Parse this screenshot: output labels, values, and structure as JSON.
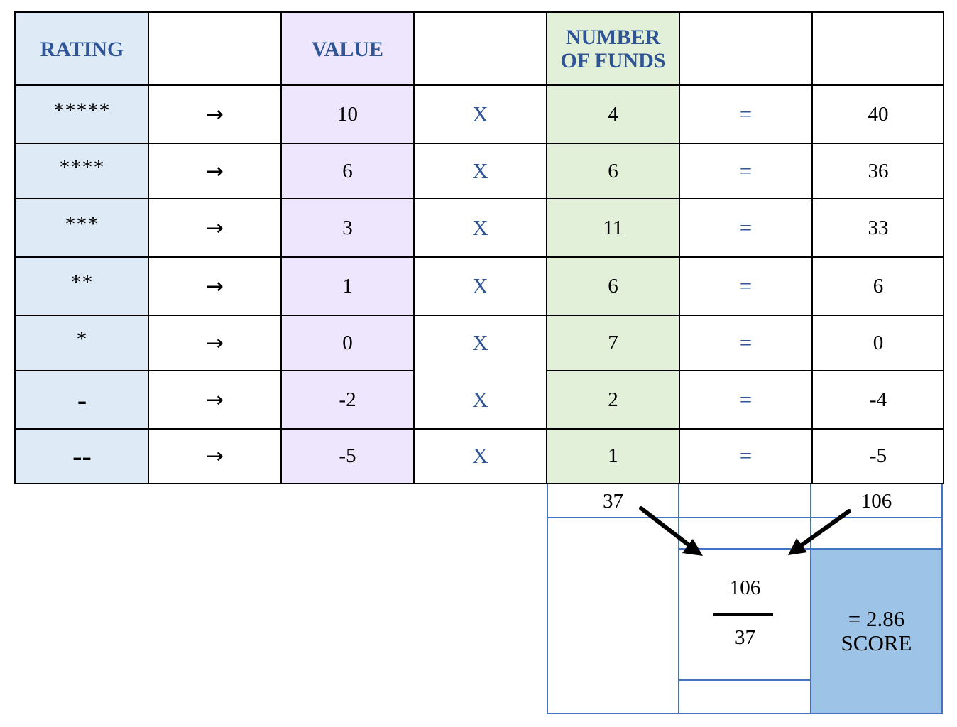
{
  "headers": {
    "rating": "RATING",
    "value": "VALUE",
    "funds_line1": "NUMBER",
    "funds_line2": "OF FUNDS"
  },
  "symbols": {
    "arrow": "→",
    "times": "X",
    "equals": "="
  },
  "rows": [
    {
      "rating": "*****",
      "value": "10",
      "funds": "4",
      "product": "40"
    },
    {
      "rating": "****",
      "value": "6",
      "funds": "6",
      "product": "36"
    },
    {
      "rating": "***",
      "value": "3",
      "funds": "11",
      "product": "33"
    },
    {
      "rating": "**",
      "value": "1",
      "funds": "6",
      "product": "6"
    },
    {
      "rating": "*",
      "value": "0",
      "funds": "7",
      "product": "0"
    },
    {
      "rating": "-",
      "value": "-2",
      "funds": "2",
      "product": "-4"
    },
    {
      "rating": "--",
      "value": "-5",
      "funds": "1",
      "product": "-5"
    }
  ],
  "totals": {
    "funds_total": "37",
    "product_total": "106"
  },
  "fraction": {
    "numerator": "106",
    "denominator": "37"
  },
  "result": {
    "score_value": "= 2.86",
    "score_label": "SCORE"
  },
  "colors": {
    "header_text": "#2f5597",
    "rating_bg": "#deebf7",
    "value_bg": "#ede6fc",
    "funds_bg": "#e2efd9",
    "score_bg": "#9dc3e6",
    "lower_border": "#4472c4"
  }
}
